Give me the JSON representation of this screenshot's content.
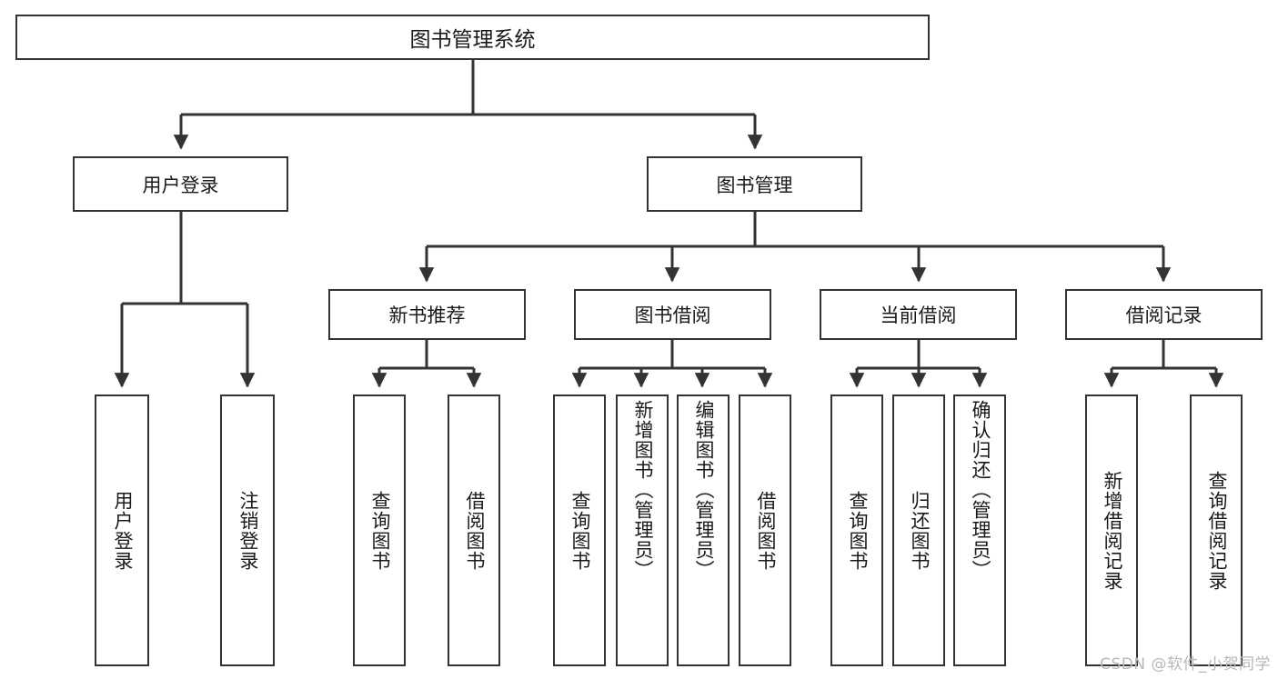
{
  "diagram": {
    "title": "图书管理系统",
    "watermark": "CSDN @软件_小贺同学",
    "line_color": "#333333",
    "box_fill": "#ffffff",
    "text_color": "#1a1a1a",
    "root": {
      "label": "图书管理系统"
    },
    "level1": [
      {
        "label": "用户登录"
      },
      {
        "label": "图书管理"
      }
    ],
    "level2": [
      {
        "label": "新书推荐"
      },
      {
        "label": "图书借阅"
      },
      {
        "label": "当前借阅"
      },
      {
        "label": "借阅记录"
      }
    ],
    "leaves": {
      "user_login": [
        {
          "label": "用户登录"
        },
        {
          "label": "注销登录"
        }
      ],
      "new_book_recommend": [
        {
          "label": "查询图书"
        },
        {
          "label": "借阅图书"
        }
      ],
      "book_borrow": [
        {
          "label": "查询图书"
        },
        {
          "label": "新增图书（管理员）"
        },
        {
          "label": "编辑图书（管理员）"
        },
        {
          "label": "借阅图书"
        }
      ],
      "current_borrow": [
        {
          "label": "查询图书"
        },
        {
          "label": "归还图书"
        },
        {
          "label": "确认归还（管理员）"
        }
      ],
      "borrow_record": [
        {
          "label": "新增借阅记录"
        },
        {
          "label": "查询借阅记录"
        }
      ]
    }
  }
}
